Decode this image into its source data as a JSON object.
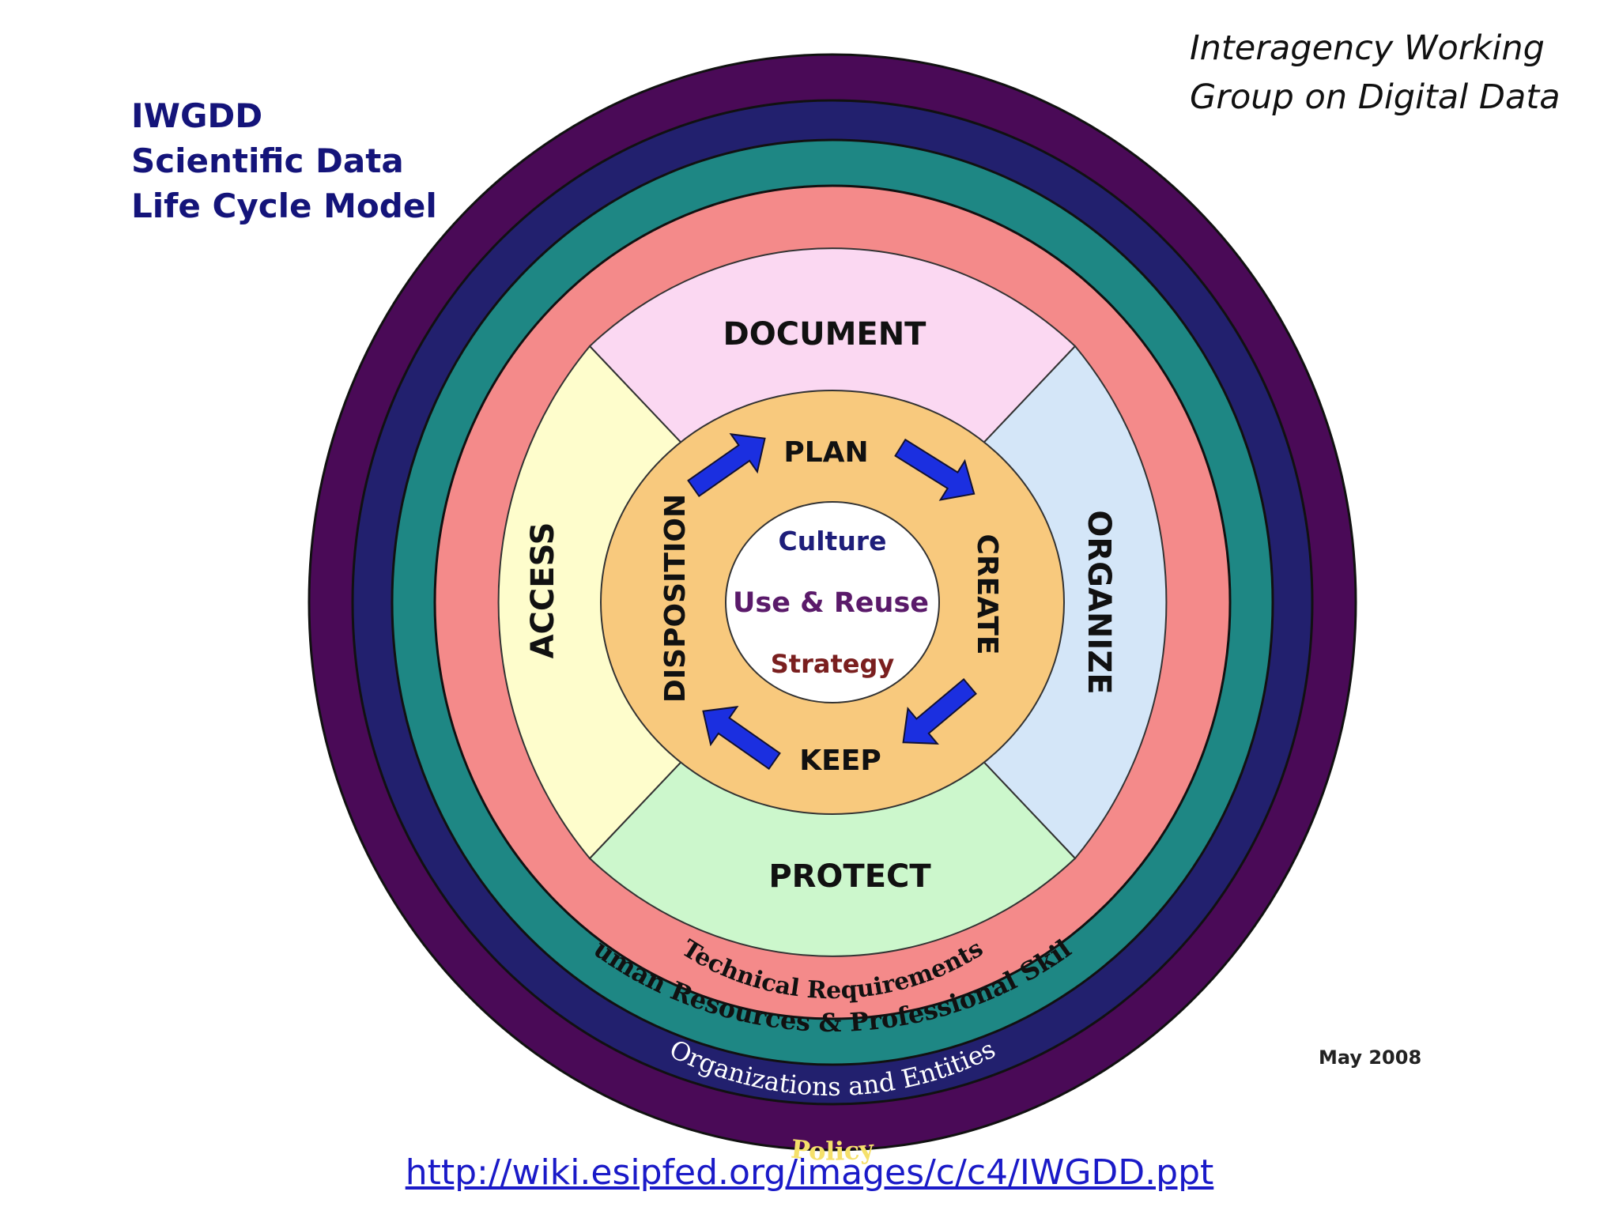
{
  "title_lines": [
    "IWGDD",
    "Scientific Data",
    "Life Cycle Model"
  ],
  "group_lines": [
    "Interagency Working",
    "Group on Digital Data"
  ],
  "date": "May 2008",
  "source_url": "http://wiki.esipfed.org/images/c/c4/IWGDD.ppt",
  "rings": {
    "policy": "Policy",
    "organizations": "Organizations and Entities",
    "human_resources": "Human Resources & Professional Skills",
    "technical": "Technical Requirements"
  },
  "sectors": {
    "document": "DOCUMENT",
    "organize": "ORGANIZE",
    "protect": "PROTECT",
    "access": "ACCESS"
  },
  "cycle": {
    "plan": "PLAN",
    "create": "CREATE",
    "keep": "KEEP",
    "disposition": "DISPOSITION"
  },
  "center": {
    "culture": "Culture",
    "use_reuse": "Use & Reuse",
    "strategy": "Strategy"
  },
  "colors": {
    "policy": "#4a0a57",
    "organizations": "#22206e",
    "human_resources": "#1e8784",
    "technical": "#f48a8a",
    "document": "#fbd8f2",
    "organize": "#d4e6f8",
    "protect": "#ccf7cc",
    "access": "#fefdcc",
    "cycle": "#f8c97d",
    "arrow": "#1b2fe0",
    "center_dark_blue": "#1e1e7a",
    "center_purple": "#5a1a6a",
    "center_maroon": "#7a1f1f",
    "policy_text": "#f5e06a"
  }
}
